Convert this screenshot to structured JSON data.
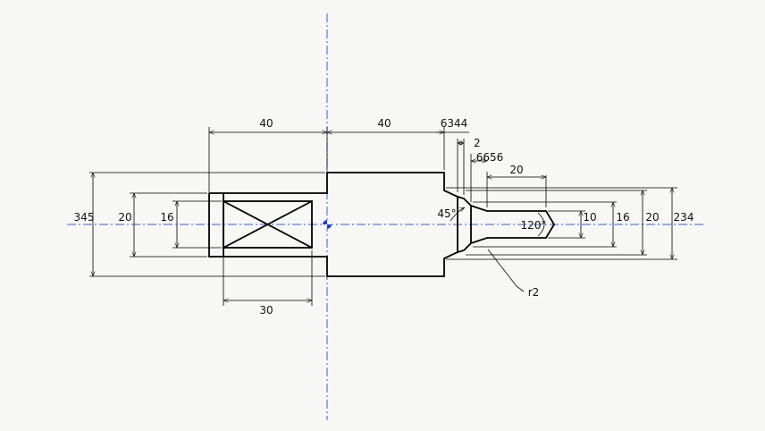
{
  "drawing": {
    "dimensions": {
      "len_left": "40",
      "len_right": "40",
      "len_step": "6344",
      "len_groove": "2",
      "len_6656": "6656",
      "len_20": "20",
      "len_30": "30",
      "dia_345": "345",
      "dia_20_left": "20",
      "dia_16_left": "16",
      "dia_10": "10",
      "dia_16_right": "16",
      "dia_20_right": "20",
      "dia_234": "234",
      "angle_45": "45°",
      "angle_120": "120°",
      "radius_r2": "r2"
    },
    "colors": {
      "outline": "#000000",
      "centerline": "#3b5fd6",
      "origin_marker": "#1f3fd0"
    }
  }
}
